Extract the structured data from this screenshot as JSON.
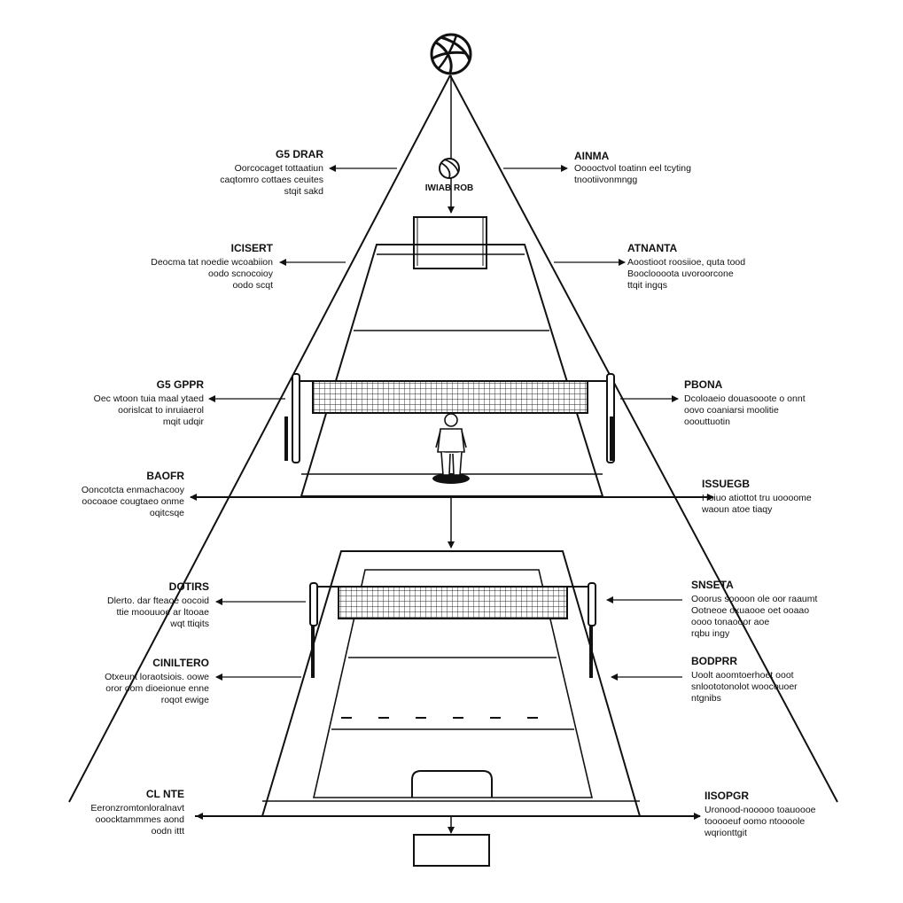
{
  "apex_ball_icon": "volleyball-icon",
  "ball_caption": "IWIAB ROB",
  "labels_left": [
    {
      "title": "G5 DRAR",
      "lines": [
        "Oorcocaget tottaatiun",
        "caqtomro cottaes ceuites",
        "stqit sakd"
      ]
    },
    {
      "title": "ICISERT",
      "lines": [
        "Deocma tat noedie wcoabiion",
        "oodo scnocoioy",
        "oodo scqt"
      ]
    },
    {
      "title": "G5 GPPR",
      "lines": [
        "Oec wtoon tuia maal ytaed",
        "oorislcat to inruiaerol",
        "mqit udqir"
      ]
    },
    {
      "title": "BAOFR",
      "lines": [
        "Ooncotcta enmachacooy",
        "oocoaoe cougtaeo onme",
        "oqitcsqe"
      ]
    },
    {
      "title": "DOTIRS",
      "lines": [
        "Dlerto. dar fteaoe oocoid",
        "ttie moouuoe ar ltooae",
        "wqt ttiqits"
      ]
    },
    {
      "title": "CINILTERO",
      "lines": [
        "Otxeunt loraotsiois. oowe",
        "oror oom dioeionue enne",
        "roqot ewige"
      ]
    },
    {
      "title": "CL NTE",
      "lines": [
        "Eeronzromtonloralnavt",
        "ooocktammmes aond",
        "oodn ittt"
      ]
    }
  ],
  "labels_right": [
    {
      "title": "AINMA",
      "lines": [
        "Ooooctvol toatinn eel tcyting",
        "tnootiivonmngg"
      ]
    },
    {
      "title": "ATNANTA",
      "lines": [
        "Aoostioot roosiioe, quta tood",
        "Boocloooota uvoroorcone",
        "ttqit ingqs"
      ]
    },
    {
      "title": "PBONA",
      "lines": [
        "Dcoloaeio douasooote o onnt",
        "oovo coaniarsi moolitie",
        "ooouttuotin"
      ]
    },
    {
      "title": "ISSUEGB",
      "lines": [
        "Hoiuo atiottot tru uoooome",
        "waoun atoe tiaqy"
      ]
    },
    {
      "title": "SNSETA",
      "lines": [
        "Ooorus soooon ole oor raaumt",
        "Ootneoe oxuaooe oet ooaao",
        "oooo tonaooor aoe",
        "rqbu ingy"
      ]
    },
    {
      "title": "BODPRR",
      "lines": [
        "Uoolt aoomtoerhoet ooot",
        "snloototonolot woocouoer",
        "ntgnibs"
      ]
    },
    {
      "title": "IISOPGR",
      "lines": [
        "Uronood-nooooo toauoooe",
        "tooooeuf oomo ntoooole",
        "wqrionttgit"
      ]
    }
  ]
}
